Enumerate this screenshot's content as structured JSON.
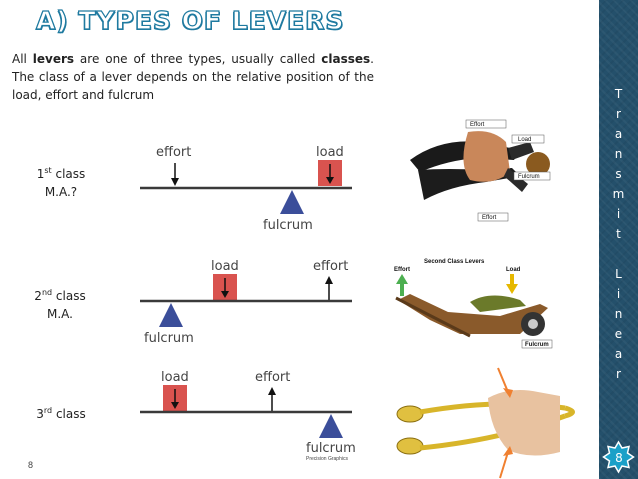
{
  "title": "A) TYPES OF LEVERS",
  "intro": {
    "t1": "All ",
    "b1": "levers",
    "t2": " are one of three types, usually called ",
    "b2": "classes",
    "t3": ". The class of a lever depends on the relative position of the load, effort and fulcrum"
  },
  "classes": [
    {
      "num": "1",
      "sup": "st",
      "word": " class",
      "line2": "M.A.?"
    },
    {
      "num": "2",
      "sup": "nd",
      "word": " class",
      "line2": "M.A."
    },
    {
      "num": "3",
      "sup": "rd",
      "word": " class",
      "line2": ""
    }
  ],
  "diagram_labels": {
    "effort": "effort",
    "load": "load",
    "fulcrum": "fulcrum",
    "credit": "Precision Graphics"
  },
  "photo_labels": {
    "pliers_effort": "Effort",
    "pliers_load": "Load",
    "pliers_fulcrum": "Fulcrum",
    "pliers_effort2": "Effort",
    "wheelbarrow_title": "Second Class Levers",
    "wheelbarrow_effort": "Effort",
    "wheelbarrow_load": "Load",
    "wheelbarrow_fulcrum": "Fulcrum"
  },
  "sidebar_letters": [
    "T",
    "r",
    "a",
    "n",
    "s",
    "m",
    "i",
    "t",
    "",
    "L",
    "i",
    "n",
    "e",
    "a",
    "r"
  ],
  "page_number": "8",
  "badge_number": "8",
  "colors": {
    "load_box": "#d9534f",
    "fulcrum": "#3b4e9a",
    "sidebar": "#24506b",
    "title_outline": "#1f7aa0",
    "badge": "#1aa0c8"
  }
}
